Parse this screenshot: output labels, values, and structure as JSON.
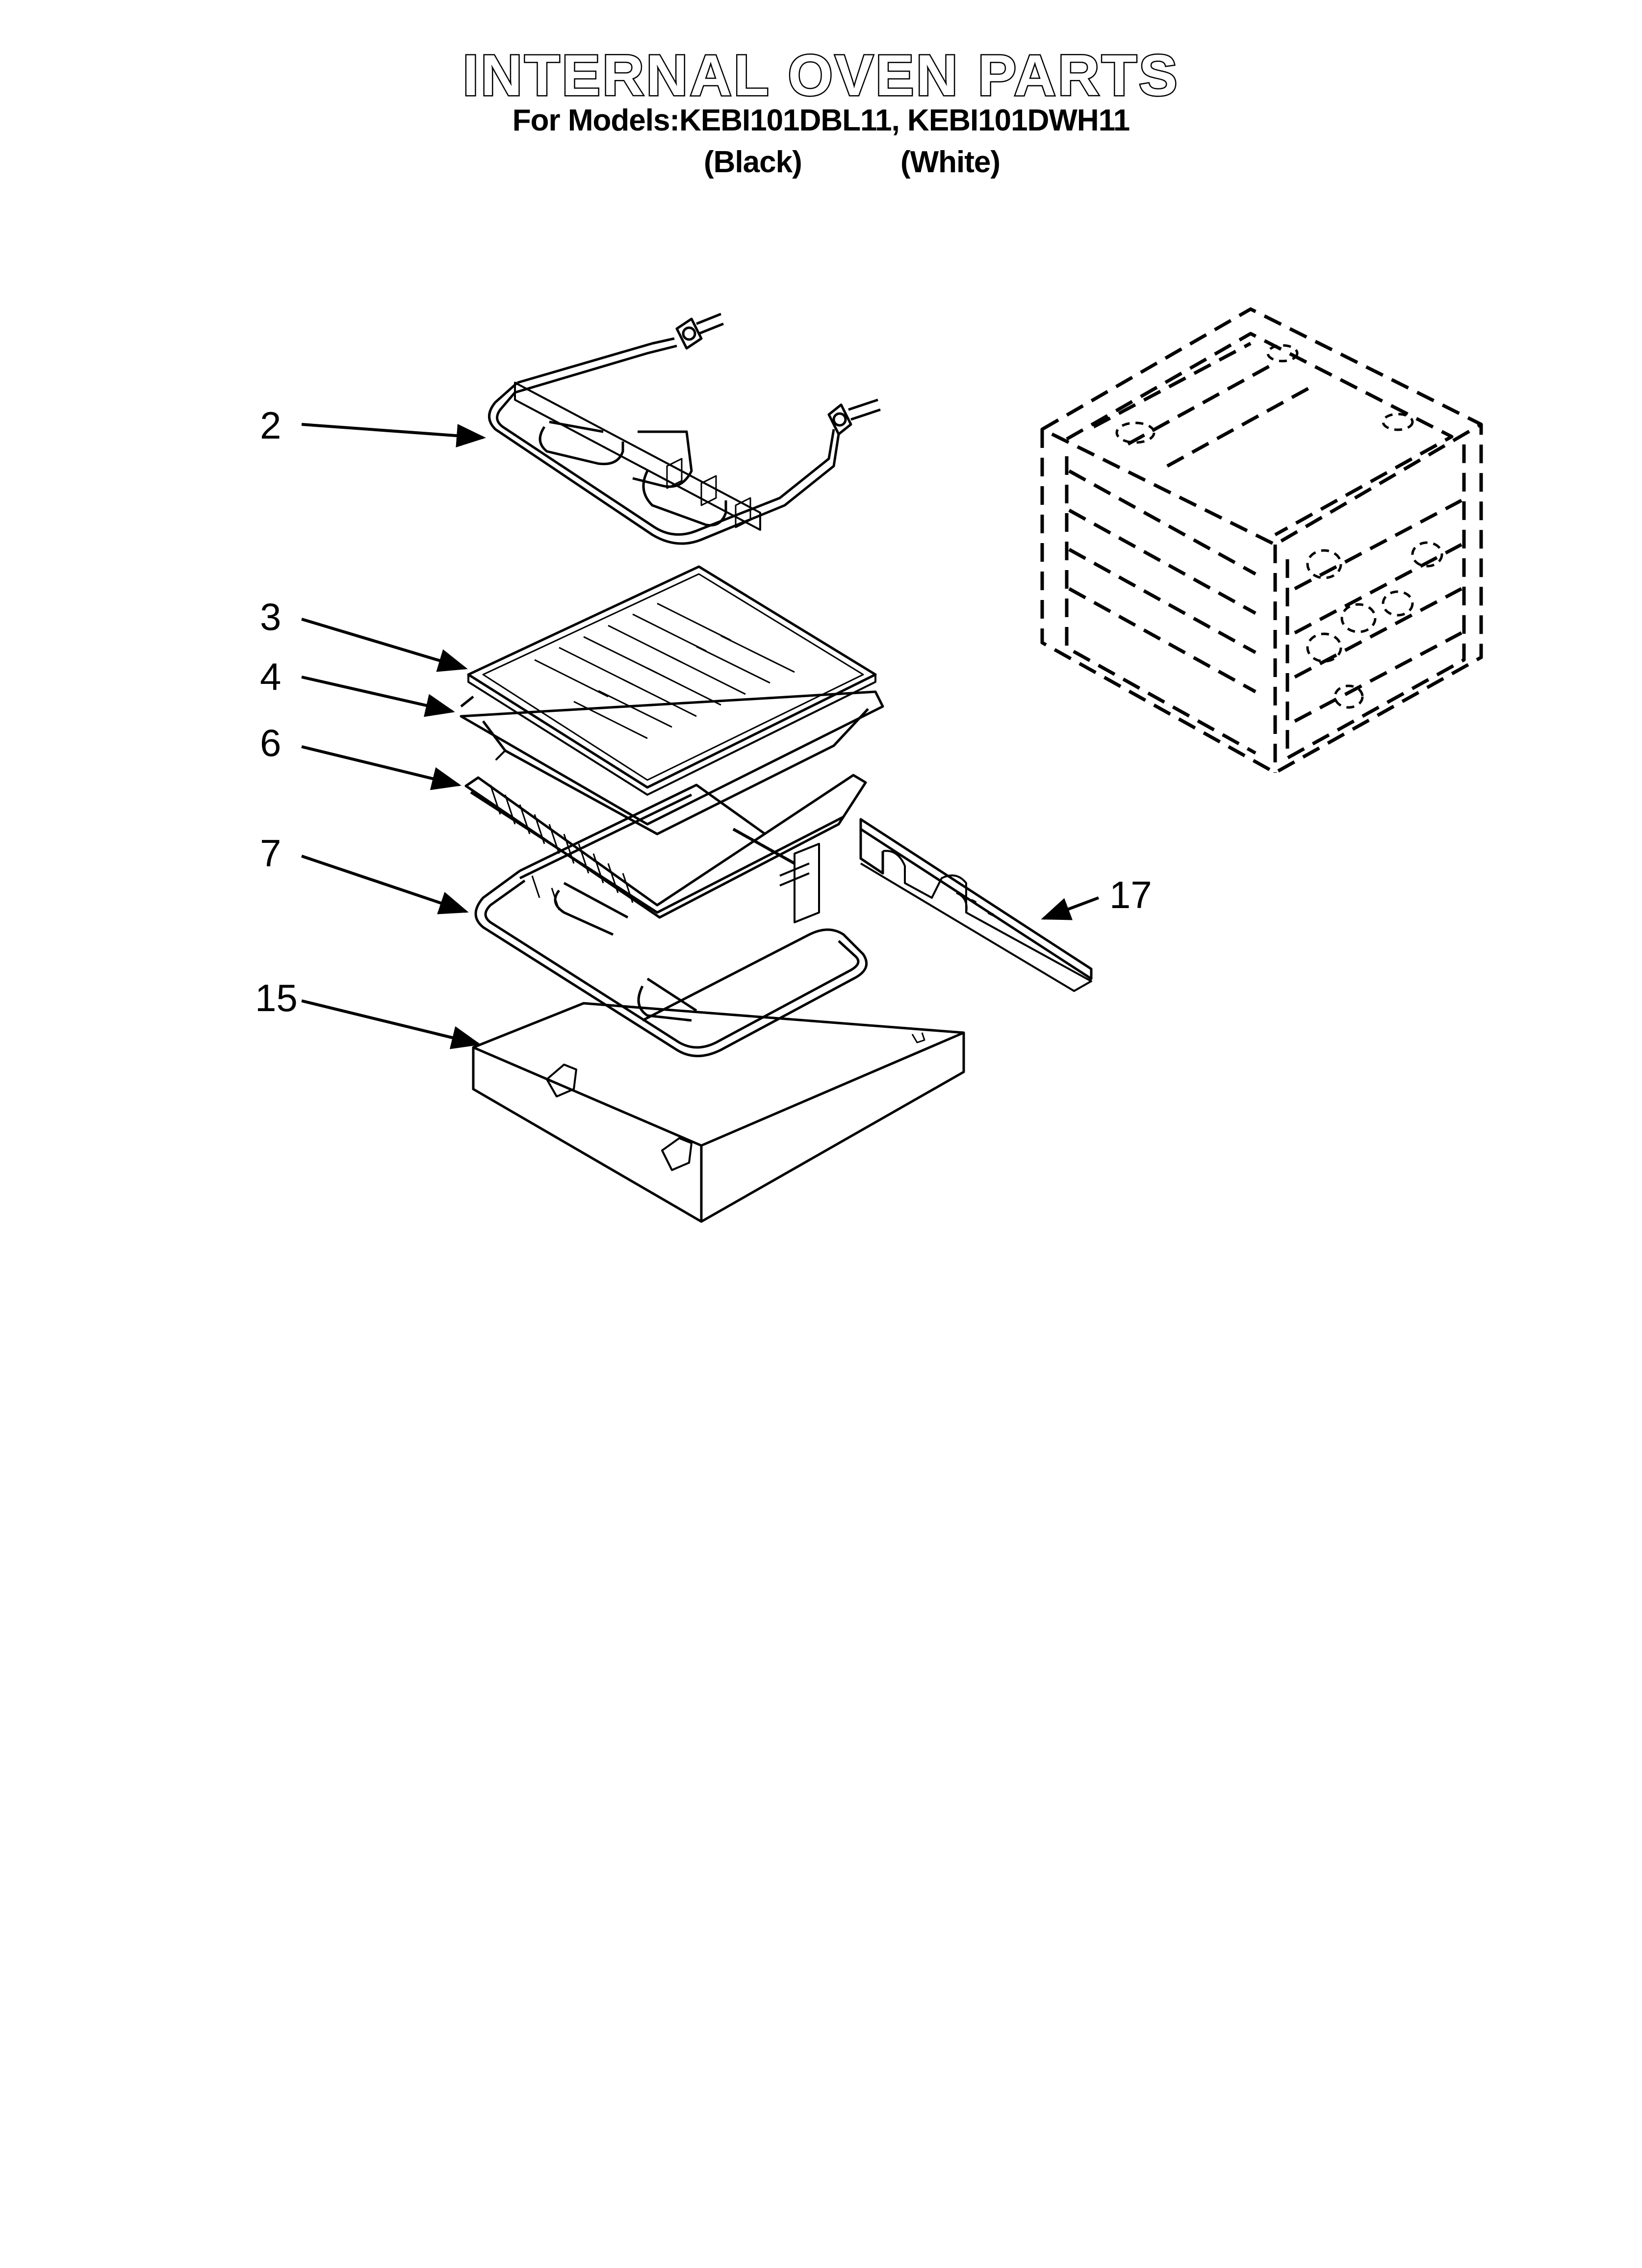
{
  "header": {
    "title": "INTERNAL OVEN PARTS",
    "models": "For Models:KEBI101DBL11, KEBI101DWH11",
    "variant_black": "(Black)",
    "variant_white": "(White)"
  },
  "callouts": {
    "c2": "2",
    "c3": "3",
    "c4": "4",
    "c6": "6",
    "c7": "7",
    "c15": "15",
    "c17": "17"
  }
}
